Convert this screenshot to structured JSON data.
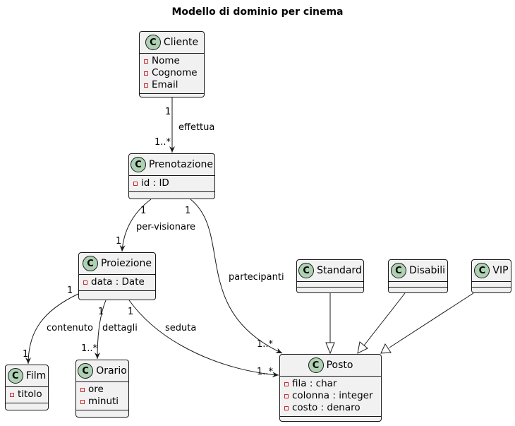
{
  "title": "Modello di dominio per cinema",
  "classes": {
    "cliente": {
      "icon": "C",
      "name": "Cliente",
      "attributes": [
        "Nome",
        "Cognome",
        "Email"
      ]
    },
    "prenotazione": {
      "icon": "C",
      "name": "Prenotazione",
      "attributes": [
        "id : ID"
      ]
    },
    "proiezione": {
      "icon": "C",
      "name": "Proiezione",
      "attributes": [
        "data : Date"
      ]
    },
    "film": {
      "icon": "C",
      "name": "Film",
      "attributes": [
        "titolo"
      ]
    },
    "orario": {
      "icon": "C",
      "name": "Orario",
      "attributes": [
        "ore",
        "minuti"
      ]
    },
    "posto": {
      "icon": "C",
      "name": "Posto",
      "attributes": [
        "fila : char",
        "colonna : integer",
        "costo : denaro"
      ]
    },
    "standard": {
      "icon": "C",
      "name": "Standard",
      "attributes": []
    },
    "disabili": {
      "icon": "C",
      "name": "Disabili",
      "attributes": []
    },
    "vip": {
      "icon": "C",
      "name": "VIP",
      "attributes": []
    }
  },
  "associations": {
    "effettua": {
      "label": "effettua",
      "source_mult": "1",
      "target_mult": "1..*"
    },
    "per_visionare": {
      "label": "per-visionare",
      "source_mult": "1",
      "target_mult": "1"
    },
    "partecipanti": {
      "label": "partecipanti",
      "source_mult": "1",
      "target_mult": "1..*"
    },
    "contenuto": {
      "label": "contenuto",
      "source_mult": "1",
      "target_mult": "1"
    },
    "dettagli": {
      "label": "dettagli",
      "source_mult": "1",
      "target_mult": "1..*"
    },
    "seduta": {
      "label": "seduta",
      "source_mult": "1",
      "target_mult": "1..*"
    }
  },
  "colors": {
    "box_fill": "#f1f1f1",
    "border": "#181818",
    "class_icon": "#add1b2",
    "private_marker": "#c82930",
    "edge": "#181818"
  }
}
